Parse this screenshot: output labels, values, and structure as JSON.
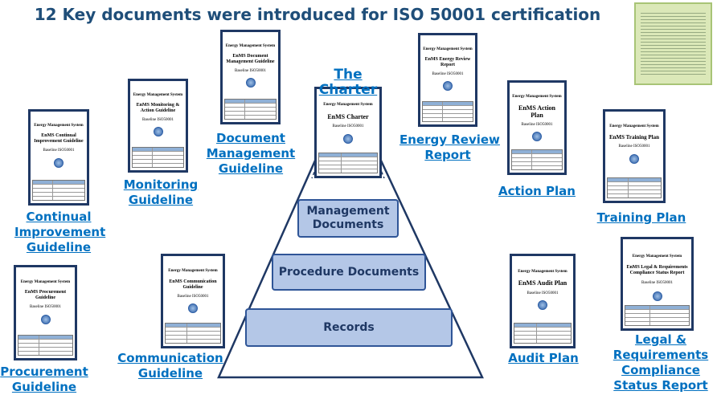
{
  "title": "12 Key documents were introduced for ISO 50001 certification",
  "doc_header": "Energy Management System",
  "baseline": "Baseline ISO50001",
  "labels": {
    "charter": "The Charter",
    "document_mgmt": [
      "Document",
      "Management",
      "Guideline"
    ],
    "energy_review": [
      "Energy Review",
      "Report"
    ],
    "monitoring": [
      "Monitoring",
      "Guideline"
    ],
    "action_plan": "Action Plan",
    "training_plan": "Training Plan",
    "continual": [
      "Continual",
      "Improvement",
      "Guideline"
    ],
    "procurement": [
      "Procurement",
      "Guideline"
    ],
    "communication": [
      "Communication",
      "Guideline"
    ],
    "audit_plan": "Audit Plan",
    "legal": [
      "Legal &",
      "Requirements",
      "Compliance",
      "Status Report"
    ]
  },
  "docs": {
    "document_mgmt": "EnMS Document Management Guideline",
    "energy_review": "EnMS Energy Review Report",
    "monitoring": "EnMS Monitoring & Action Guideline",
    "charter": "EnMS Charter",
    "action_plan": "EnMS Action Plan",
    "training_plan": "EnMS Training Plan",
    "continual": "EnMS Continual Improvement Guideline",
    "procurement": "EnMS Procurement Guideline",
    "communication": "EnMS Communication Guideline",
    "audit_plan": "EnMS Audit Plan",
    "legal": "EnMS Legal & Requirements Compliance Status Report"
  },
  "pyramid": {
    "management": [
      "Management",
      "Documents"
    ],
    "procedure": "Procedure Documents",
    "records": "Records"
  },
  "colors": {
    "title": "#1f4e79",
    "link": "#0070c0",
    "layer_fill": "#b4c7e7",
    "layer_border": "#2f5597",
    "doc_border": "#1f3864"
  }
}
